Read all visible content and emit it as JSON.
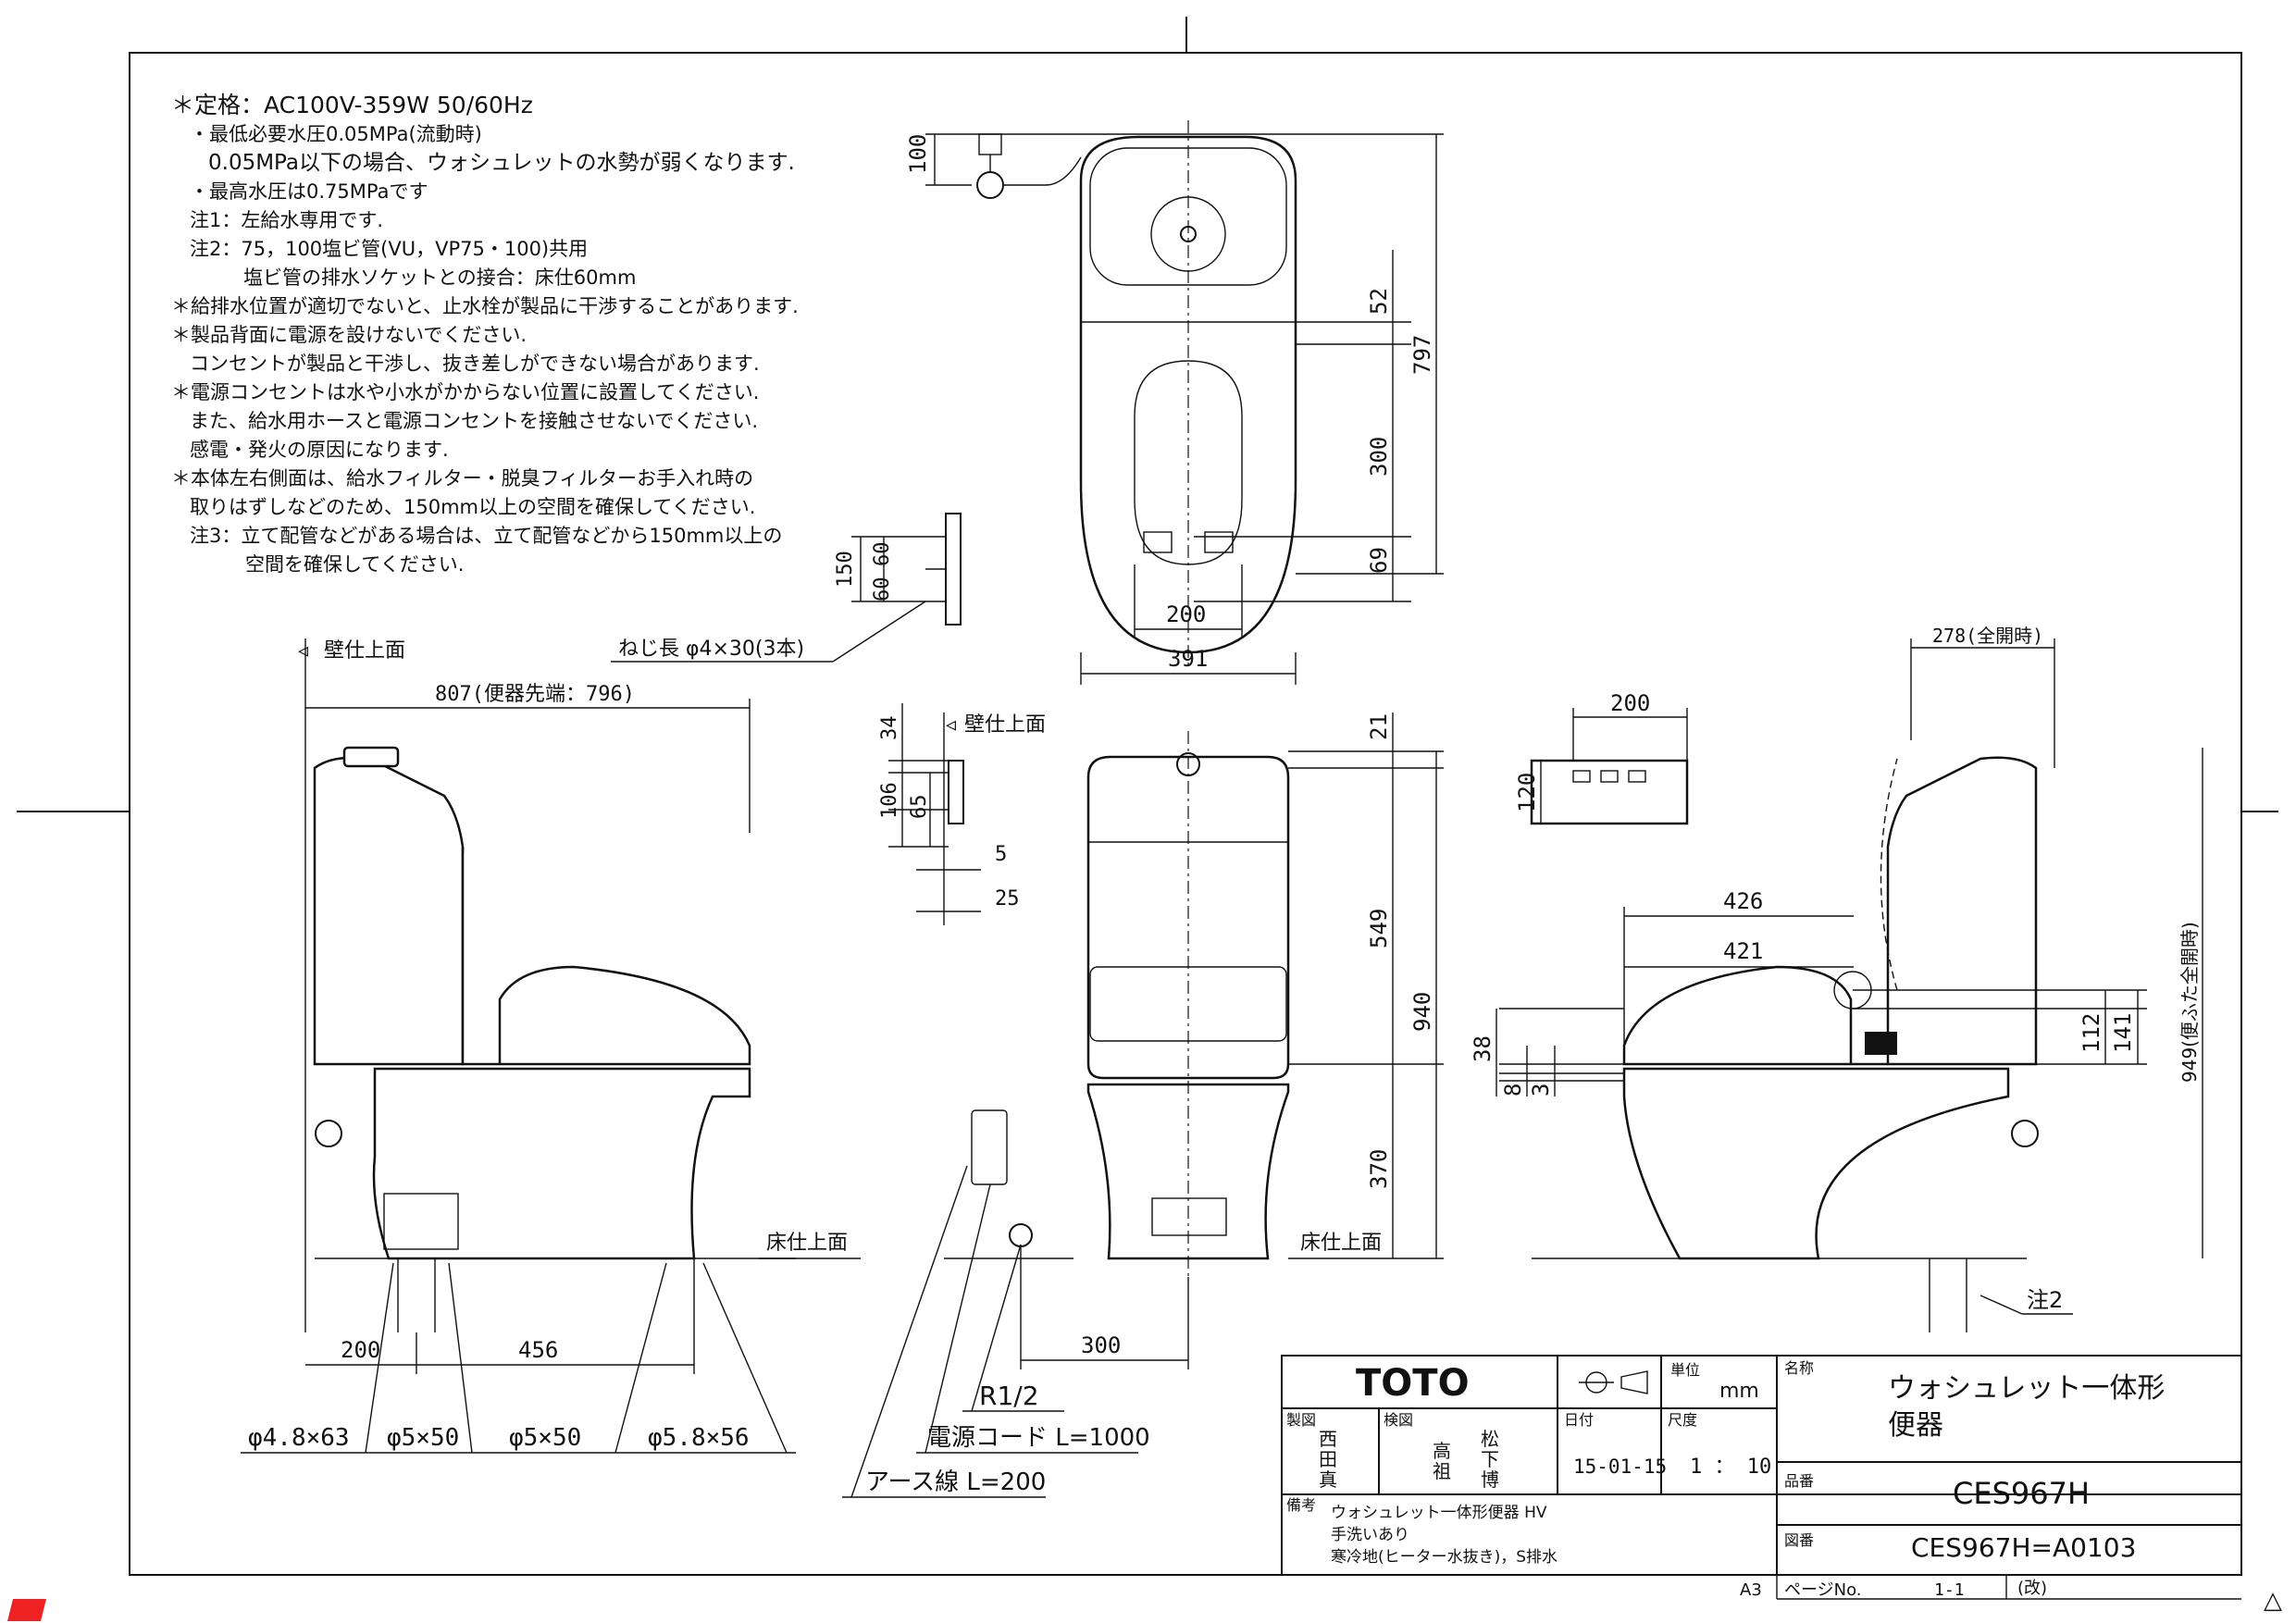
{
  "notes": [
    "＊定格：AC100V-359W 50/60Hz",
    "・最低必要水圧0.05MPa(流動時)",
    "0.05MPa以下の場合、ウォシュレットの水勢が弱くなります.",
    "・最高水圧は0.75MPaです",
    "注1：左給水専用です.",
    "注2：75，100塩ビ管(VU，VP75・100)共用",
    "塩ビ管の排水ソケットとの接合：床仕60mm",
    "＊給排水位置が適切でないと、止水栓が製品に干渉することがあります.",
    "＊製品背面に電源を設けないでください.",
    "コンセントが製品と干渉し、抜き差しができない場合があります.",
    "＊電源コンセントは水や小水がかからない位置に設置してください.",
    "また、給水用ホースと電源コンセントを接触させないでください.",
    "感電・発火の原因になります.",
    "＊本体左右側面は、給水フィルター・脱臭フィルターお手入れ時の",
    "取りはずしなどのため、150mm以上の空間を確保してください.",
    "注3：立て配管などがある場合は、立て配管などから150mm以上の",
    "空間を確保してください."
  ],
  "labels": {
    "wall_surface": "壁仕上面",
    "floor_surface": "床仕上面",
    "screw": "ねじ長 φ4×30(3本)",
    "power_cord": "電源コード L=1000",
    "earth_wire": "アース線 L=200",
    "r_half": "R1/2",
    "note2": "注2",
    "dim_807": "807(便器先端：796)",
    "open_278": "278(全開時)",
    "open_949": "949(便ふた全開時)",
    "a3": "A3"
  },
  "dims": {
    "d100": "100",
    "d52": "52",
    "d797": "797",
    "d300v": "300",
    "d69": "69",
    "d200top": "200",
    "d391": "391",
    "d150": "150",
    "d60a": "60",
    "d60b": "60",
    "d34": "34",
    "d106": "106",
    "d65": "65",
    "d5": "5",
    "d25": "25",
    "d21": "21",
    "d549": "549",
    "d940": "940",
    "d370": "370",
    "d200r": "200",
    "d120": "120",
    "d426": "426",
    "d421": "421",
    "d38": "38",
    "d8": "8",
    "d3": "3",
    "d112": "112",
    "d141": "141",
    "d200b": "200",
    "d456": "456",
    "d300b": "300"
  },
  "pipes": [
    "φ4.8×63",
    "φ5×50",
    "φ5×50",
    "φ5.8×56"
  ],
  "title_block": {
    "brand": "TOTO",
    "unit_label": "単位",
    "unit": "mm",
    "drawn_label": "製図",
    "drawn": [
      "西",
      "田",
      "真"
    ],
    "check_label": "検図",
    "check": [
      "高",
      "松",
      "祖",
      "下",
      "博"
    ],
    "date_label": "日付",
    "date": "15-01-15",
    "scale_label": "尺度",
    "scale": "1 ： 10",
    "name_label": "名称",
    "name_line1": "ウォシュレット一体形",
    "name_line2": "便器",
    "part_label": "品番",
    "part": "CES967H",
    "drawing_label": "図番",
    "drawing": "CES967H=A0103",
    "remarks_label": "備考",
    "remarks": [
      "ウォシュレット一体形便器 HV",
      "手洗いあり",
      "寒冷地(ヒーター水抜き)，S排水"
    ],
    "page_label": "ページNo.",
    "page": "1-1",
    "rev": "(改)"
  }
}
